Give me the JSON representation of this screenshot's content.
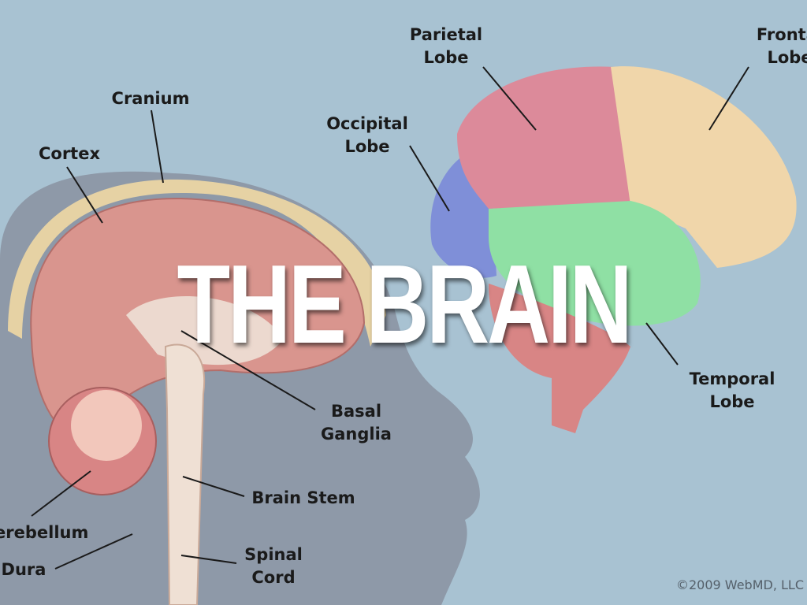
{
  "title": "THE BRAIN",
  "labels": {
    "parietal": [
      "Parietal",
      "Lobe"
    ],
    "frontal": [
      "Frontal",
      "Lobe"
    ],
    "cranium": "Cranium",
    "cortex": "Cortex",
    "occipital": [
      "Occipital",
      "Lobe"
    ],
    "basal": [
      "Basal",
      "Ganglia"
    ],
    "temporal": [
      "Temporal",
      "Lobe"
    ],
    "brain_stem": "Brain Stem",
    "cerebellum": "Cerebellum",
    "dura": "Dura",
    "spinal": [
      "Spinal",
      "Cord"
    ]
  },
  "copyright": "©2009 WebMD, LLC",
  "colors": {
    "background": "#a8c2d2",
    "head": "#8e99a8",
    "cortex": "#d9958e",
    "parietal": "#dc8a9a",
    "frontal": "#f0d6aa",
    "occipital": "#7f8fd8",
    "temporal": "#8fe0a4",
    "cerebellum": "#d88585"
  }
}
